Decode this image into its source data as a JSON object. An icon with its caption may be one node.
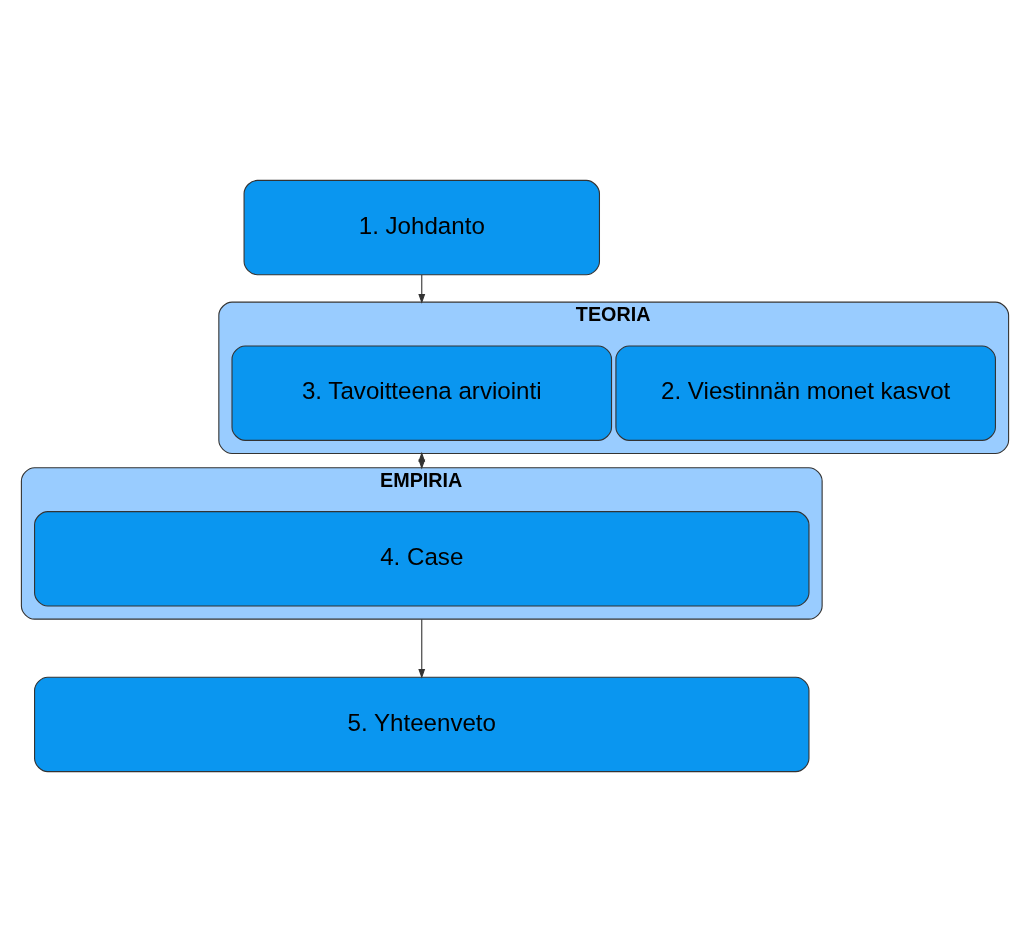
{
  "diagram": {
    "nodes": [
      {
        "text": [
          "1. Johdanto"
        ]
      },
      {
        "text": [
          "TEORIA"
        ]
      },
      {
        "text": [
          "2. Viestinnän monet kasvot"
        ],
        "in": 1
      },
      {
        "text": [
          "3. Tavoitteena arviointi"
        ],
        "in": 1
      },
      {
        "text": [
          "EMPIRIA"
        ]
      },
      {
        "text": [
          "4. Case"
        ],
        "in": 4
      },
      {
        "text": [
          "5. Yhteenveto"
        ]
      }
    ],
    "edges": [
      {
        "from": 0,
        "to": 1,
        "arrow": "to"
      },
      {
        "from": 1,
        "to": 4,
        "arrow": "both"
      },
      {
        "from": 4,
        "to": 6,
        "arrow": "to"
      }
    ]
  }
}
